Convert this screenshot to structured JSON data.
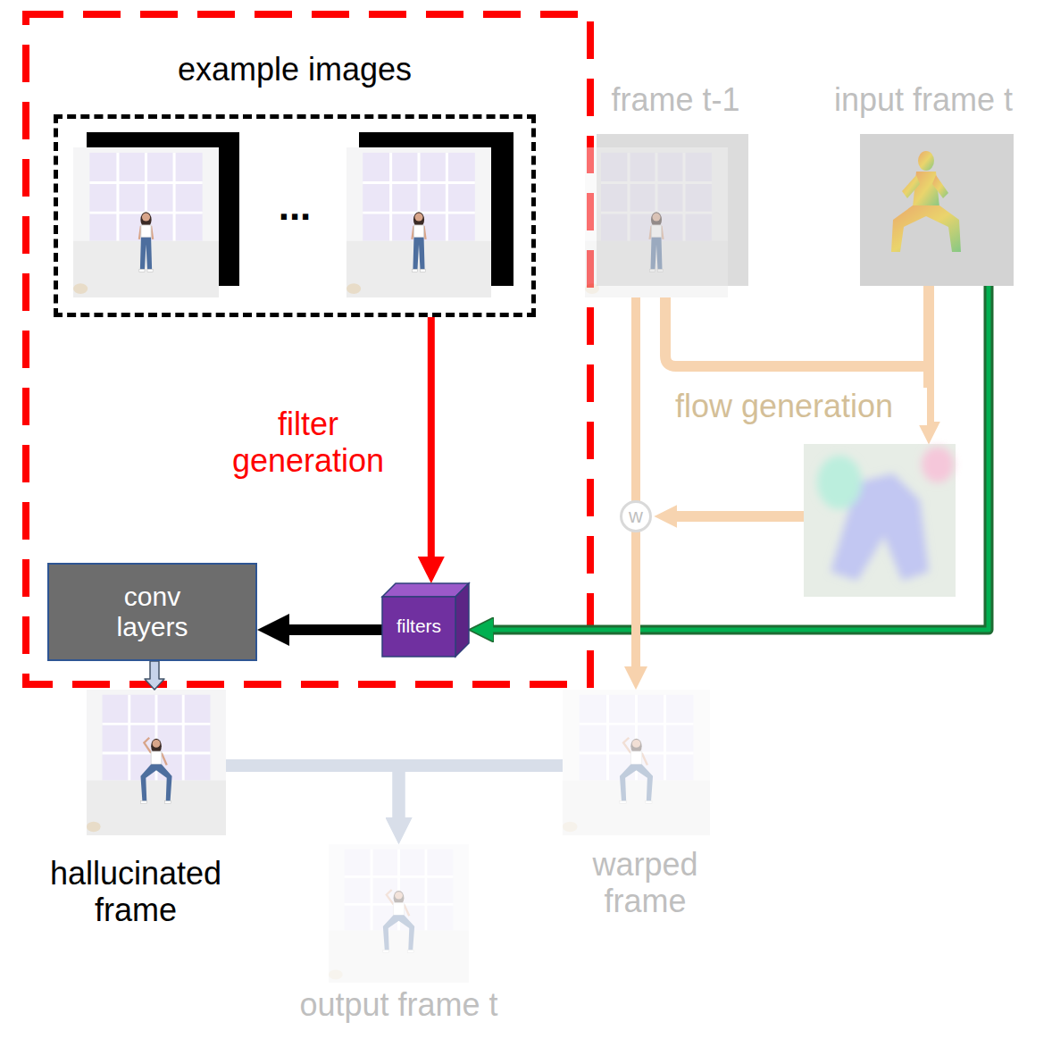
{
  "diagram": {
    "nodes": [
      {
        "text": [
          "example images",
          "..."
        ]
      },
      {
        "text": [
          "frame t-1"
        ]
      },
      {
        "text": [
          "input frame t"
        ]
      },
      {
        "text": [
          "w"
        ]
      },
      {
        "text": [
          "filters"
        ]
      },
      {
        "text": [
          "conv layers"
        ]
      },
      {
        "text": [
          "hallucinated frame"
        ]
      },
      {
        "text": [
          "warped frame"
        ]
      },
      {
        "text": [
          "output frame t"
        ]
      }
    ],
    "edges": [
      {
        "from": 0,
        "to": 4,
        "label": "filter generation",
        "arrow": "to"
      },
      {
        "from": 2,
        "to": 4,
        "arrow": "to"
      },
      {
        "from": 4,
        "to": 5,
        "arrow": "to"
      },
      {
        "from": 5,
        "to": 6,
        "arrow": "to"
      },
      {
        "from": 1,
        "to": 7,
        "arrow": "to"
      },
      {
        "from": 6,
        "to": 8,
        "arrow": "to"
      },
      {
        "from": 7,
        "to": 8,
        "arrow": "to"
      }
    ],
    "labels": [
      "flow generation"
    ]
  }
}
